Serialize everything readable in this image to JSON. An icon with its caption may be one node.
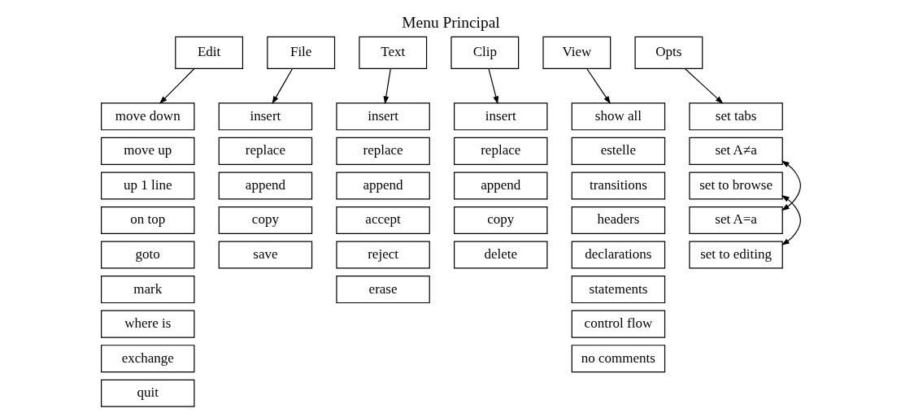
{
  "diagram": {
    "title": "Menu Principal",
    "nodes": [
      {
        "text": [
          "Edit"
        ]
      },
      {
        "text": [
          "File"
        ]
      },
      {
        "text": [
          "Text"
        ]
      },
      {
        "text": [
          "Clip"
        ]
      },
      {
        "text": [
          "View"
        ]
      },
      {
        "text": [
          "Opts"
        ]
      },
      {
        "text": [
          "move down"
        ]
      },
      {
        "text": [
          "move up"
        ]
      },
      {
        "text": [
          "up 1 line"
        ]
      },
      {
        "text": [
          "on top"
        ]
      },
      {
        "text": [
          "goto"
        ]
      },
      {
        "text": [
          "mark"
        ]
      },
      {
        "text": [
          "where is"
        ]
      },
      {
        "text": [
          "exchange"
        ]
      },
      {
        "text": [
          "quit"
        ]
      },
      {
        "text": [
          "insert"
        ]
      },
      {
        "text": [
          "replace"
        ]
      },
      {
        "text": [
          "append"
        ]
      },
      {
        "text": [
          "copy"
        ]
      },
      {
        "text": [
          "save"
        ]
      },
      {
        "text": [
          "insert"
        ]
      },
      {
        "text": [
          "replace"
        ]
      },
      {
        "text": [
          "append"
        ]
      },
      {
        "text": [
          "accept"
        ]
      },
      {
        "text": [
          "reject"
        ]
      },
      {
        "text": [
          "erase"
        ]
      },
      {
        "text": [
          "insert"
        ]
      },
      {
        "text": [
          "replace"
        ]
      },
      {
        "text": [
          "append"
        ]
      },
      {
        "text": [
          "copy"
        ]
      },
      {
        "text": [
          "delete"
        ]
      },
      {
        "text": [
          "show all"
        ]
      },
      {
        "text": [
          "estelle"
        ]
      },
      {
        "text": [
          "transitions"
        ]
      },
      {
        "text": [
          "headers"
        ]
      },
      {
        "text": [
          "declarations"
        ]
      },
      {
        "text": [
          "statements"
        ]
      },
      {
        "text": [
          "control flow"
        ]
      },
      {
        "text": [
          "no comments"
        ]
      },
      {
        "text": [
          "set tabs"
        ]
      },
      {
        "text": [
          "set A≠a"
        ]
      },
      {
        "text": [
          "set to browse"
        ]
      },
      {
        "text": [
          "set A=a"
        ]
      },
      {
        "text": [
          "set to editing"
        ]
      }
    ],
    "edges": [
      {
        "from": 0,
        "to": 6,
        "arrow": "to"
      },
      {
        "from": 1,
        "to": 15,
        "arrow": "to"
      },
      {
        "from": 2,
        "to": 20,
        "arrow": "to"
      },
      {
        "from": 3,
        "to": 26,
        "arrow": "to"
      },
      {
        "from": 4,
        "to": 31,
        "arrow": "to"
      },
      {
        "from": 5,
        "to": 39,
        "arrow": "to"
      },
      {
        "from": 40,
        "to": 42,
        "arrow": "both"
      },
      {
        "from": 41,
        "to": 43,
        "arrow": "both"
      }
    ]
  }
}
